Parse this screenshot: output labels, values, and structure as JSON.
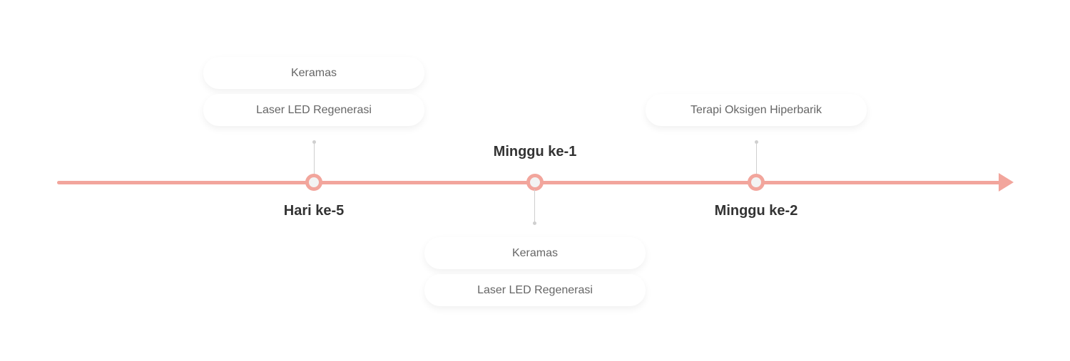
{
  "colors": {
    "accent": "#f2a59c",
    "connector": "#cfcfcf"
  },
  "milestones": [
    {
      "label": "Hari ke-5",
      "items": [
        "Keramas",
        "Laser LED Regenerasi"
      ]
    },
    {
      "label": "Minggu ke-1",
      "items": [
        "Keramas",
        "Laser LED Regenerasi"
      ]
    },
    {
      "label": "Minggu ke-2",
      "items": [
        "Terapi Oksigen Hiperbarik"
      ]
    }
  ]
}
